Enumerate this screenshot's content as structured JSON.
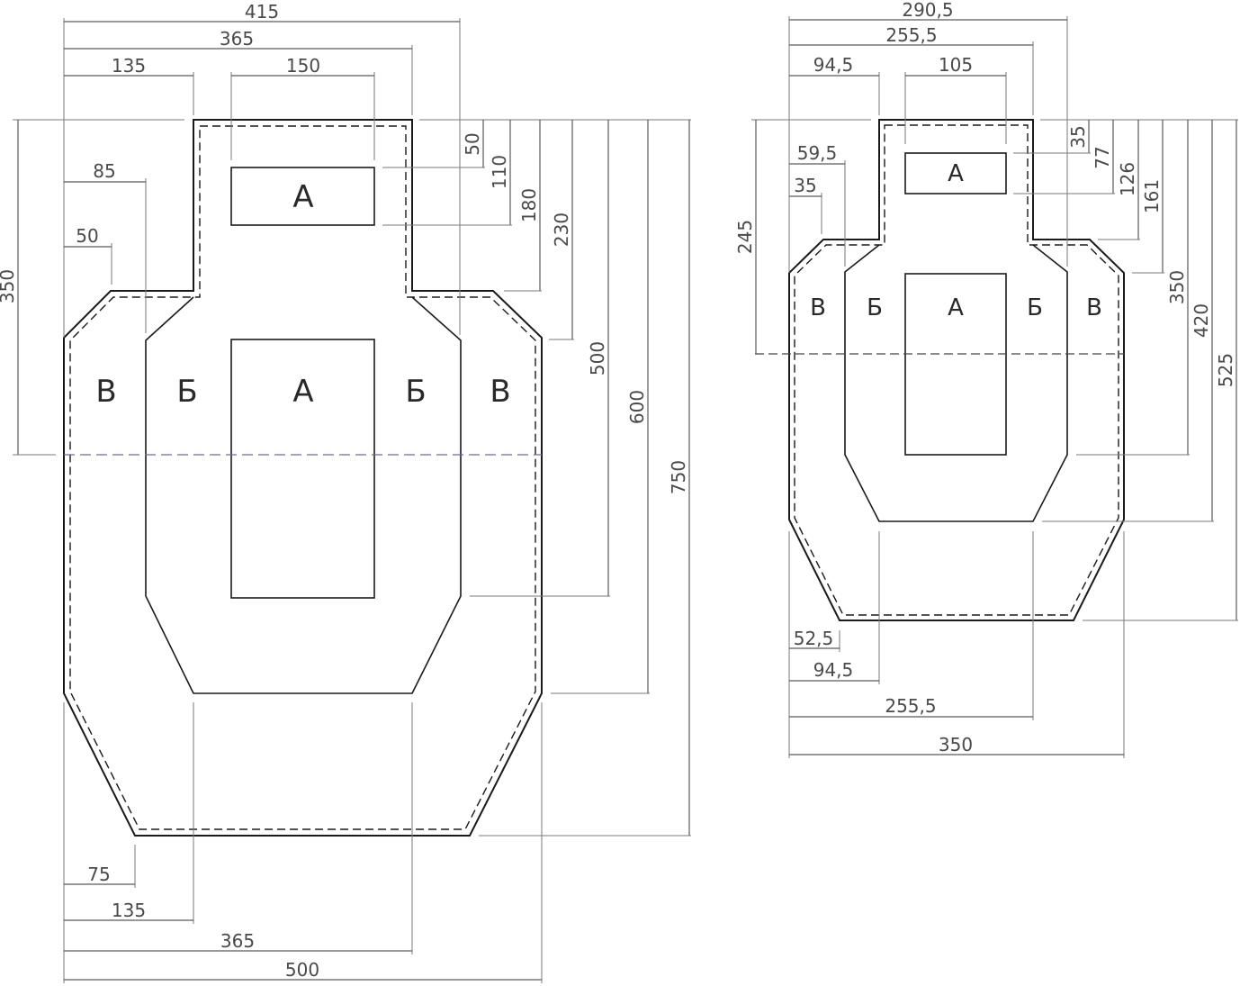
{
  "large_target": {
    "zones": {
      "v_left": "В",
      "b_left": "Б",
      "a_body": "А",
      "b_right": "Б",
      "v_right": "В",
      "a_head": "А"
    },
    "dims_top": {
      "total_415": "415",
      "width_365": "365",
      "side_135": "135",
      "head_150": "150",
      "offset_85": "85",
      "offset_50": "50"
    },
    "dims_right": {
      "d50": "50",
      "d110": "110",
      "d180": "180",
      "d230": "230",
      "d500": "500",
      "d600": "600",
      "d750": "750"
    },
    "dims_left": {
      "d350": "350"
    },
    "dims_bottom": {
      "d75": "75",
      "d135": "135",
      "d365": "365",
      "d500": "500"
    }
  },
  "small_target": {
    "zones": {
      "v_left": "В",
      "b_left": "Б",
      "a_body": "А",
      "b_right": "Б",
      "v_right": "В",
      "a_head": "А"
    },
    "dims_top": {
      "total": "290,5",
      "width": "255,5",
      "side": "94,5",
      "head": "105",
      "offset_595": "59,5",
      "offset_35": "35"
    },
    "dims_right": {
      "d35": "35",
      "d77": "77",
      "d126": "126",
      "d161": "161",
      "d350": "350",
      "d420": "420",
      "d525": "525"
    },
    "dims_left": {
      "d245": "245"
    },
    "dims_bottom": {
      "d525": "52,5",
      "d945": "94,5",
      "d2555": "255,5",
      "d350": "350"
    }
  }
}
